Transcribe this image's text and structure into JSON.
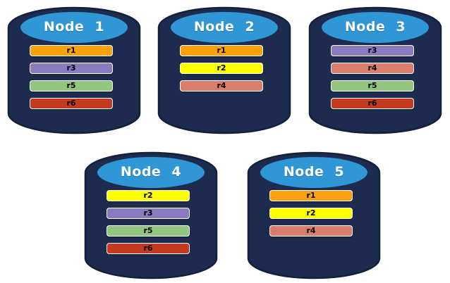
{
  "diagram": {
    "record_colors": {
      "r1": "#FBA10E",
      "r2": "#FBFF00",
      "r3": "#8A7AC0",
      "r4": "#D97D6C",
      "r5": "#92C57E",
      "r6": "#C43A21"
    },
    "cylinder_colors": {
      "body": "#1C2B4E",
      "outline": "#12203C",
      "top": "#2F97D6",
      "label_text": "#FFFFFF",
      "bar_text": "#000000",
      "bar_border": "#FFFFFF"
    },
    "nodes": [
      {
        "id": "node-1",
        "label": "Node 1",
        "records": [
          "r1",
          "r3",
          "r5",
          "r6"
        ]
      },
      {
        "id": "node-2",
        "label": "Node 2",
        "records": [
          "r1",
          "r2",
          "r4"
        ]
      },
      {
        "id": "node-3",
        "label": "Node 3",
        "records": [
          "r3",
          "r4",
          "r5",
          "r6"
        ]
      },
      {
        "id": "node-4",
        "label": "Node 4",
        "records": [
          "r2",
          "r3",
          "r5",
          "r6"
        ]
      },
      {
        "id": "node-5",
        "label": "Node 5",
        "records": [
          "r1",
          "r2",
          "r4"
        ]
      }
    ]
  }
}
